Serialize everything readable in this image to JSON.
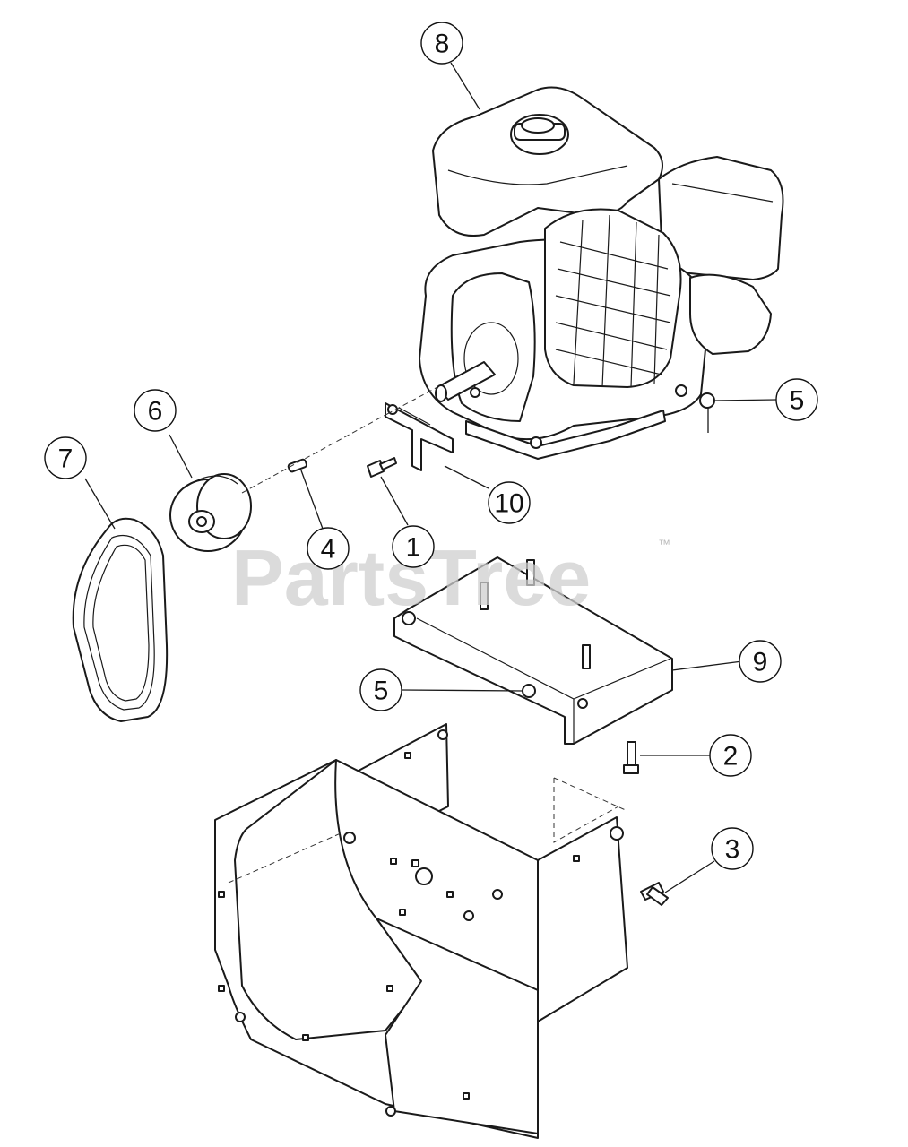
{
  "watermark": {
    "brand": "PartsTree",
    "trademark": "™"
  },
  "callouts": {
    "c1": "1",
    "c2": "2",
    "c3": "3",
    "c4": "4",
    "c5a": "5",
    "c5b": "5",
    "c6": "6",
    "c7": "7",
    "c8": "8",
    "c9": "9",
    "c10": "10"
  }
}
